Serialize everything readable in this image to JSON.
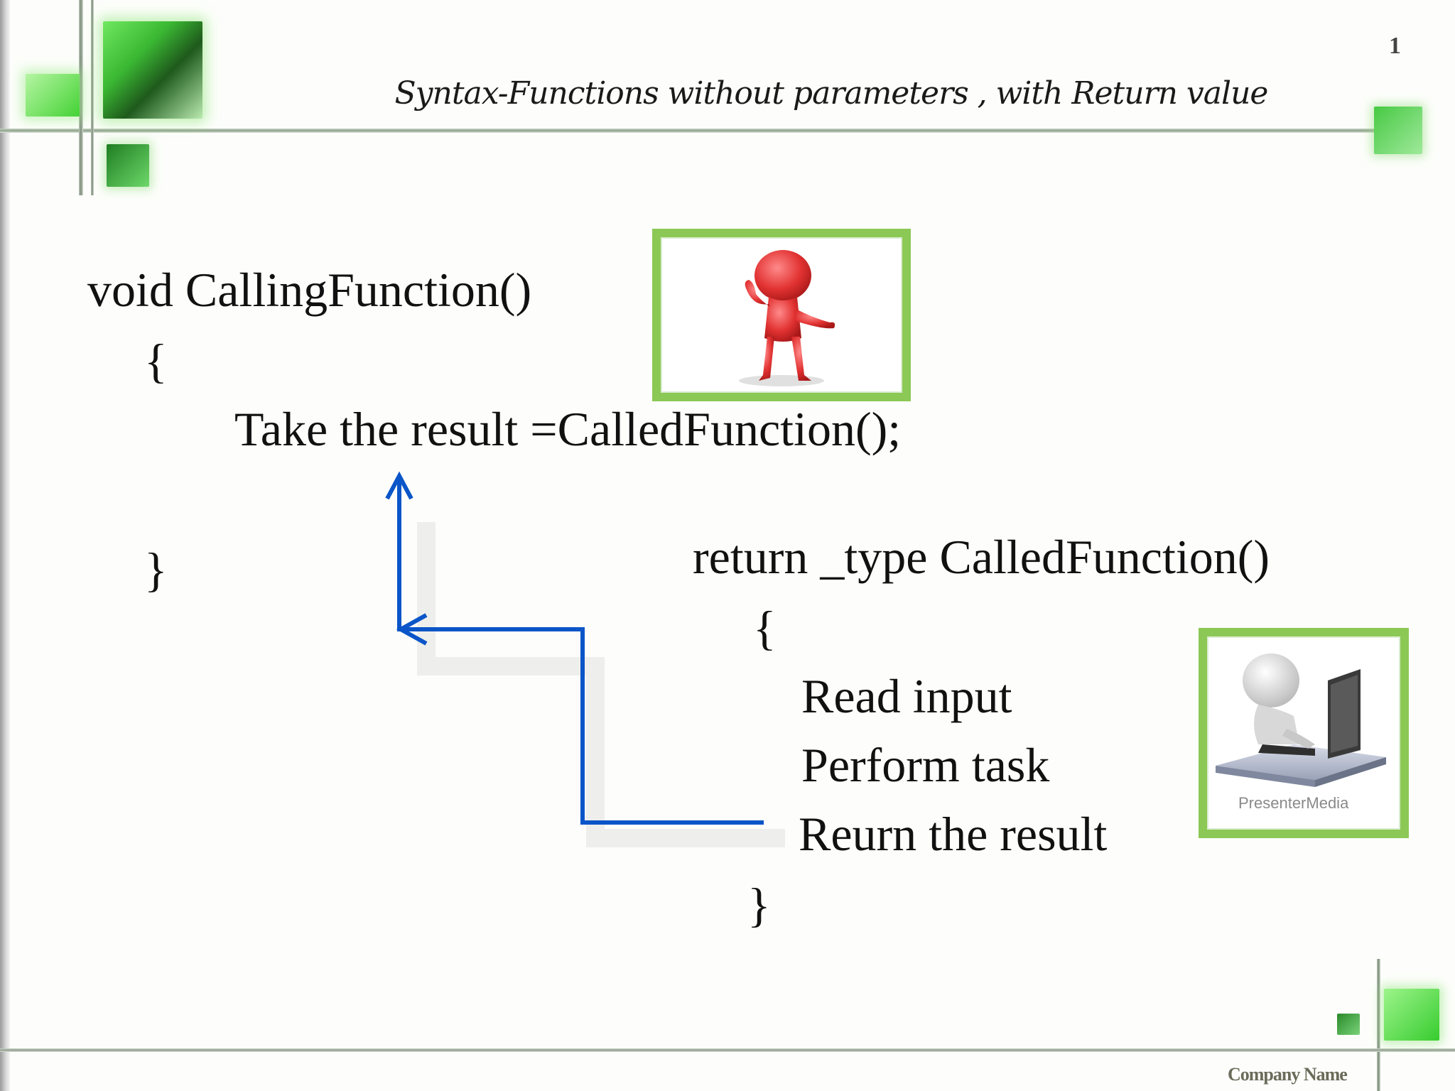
{
  "slide": {
    "title": "Syntax-Functions without parameters , with Return value",
    "number": "1",
    "footer_brand": "Company Name"
  },
  "calling_function": {
    "signature": "void CallingFunction()",
    "open_brace": "{",
    "statement": "Take the result =CalledFunction();",
    "close_brace": "}"
  },
  "called_function": {
    "signature": "return _type CalledFunction()",
    "open_brace": "{",
    "steps": [
      "Read input",
      "Perform task",
      "Reurn the result"
    ],
    "close_brace": "}"
  },
  "images": {
    "presenter_caption": "PresenterMedia"
  },
  "colors": {
    "arrow": "#0a55c8",
    "frame": "#8cc856",
    "accent_green": "#44d235"
  }
}
